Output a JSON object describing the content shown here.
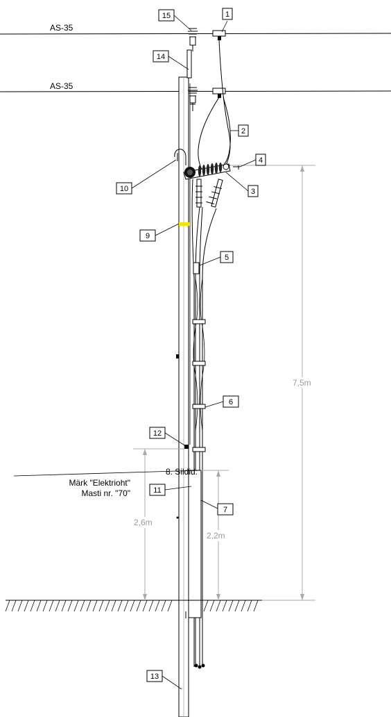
{
  "conductor_labels": {
    "upper": "AS-35",
    "lower": "AS-35"
  },
  "callouts": [
    "1",
    "2",
    "3",
    "4",
    "5",
    "6",
    "7",
    "9",
    "10",
    "11",
    "12",
    "13",
    "14",
    "15"
  ],
  "sign_note": {
    "line1": "8. Sildid:",
    "line2": "Märk \"Elektrioht\"",
    "line3": "Masti nr. \"70\""
  },
  "dimensions": {
    "d75": "7,5m",
    "d26": "2,6m",
    "d22": "2,2m"
  },
  "colors": {
    "line": "#000000",
    "dimension": "#9a9a9a",
    "warning_mark": "#f2e600"
  }
}
